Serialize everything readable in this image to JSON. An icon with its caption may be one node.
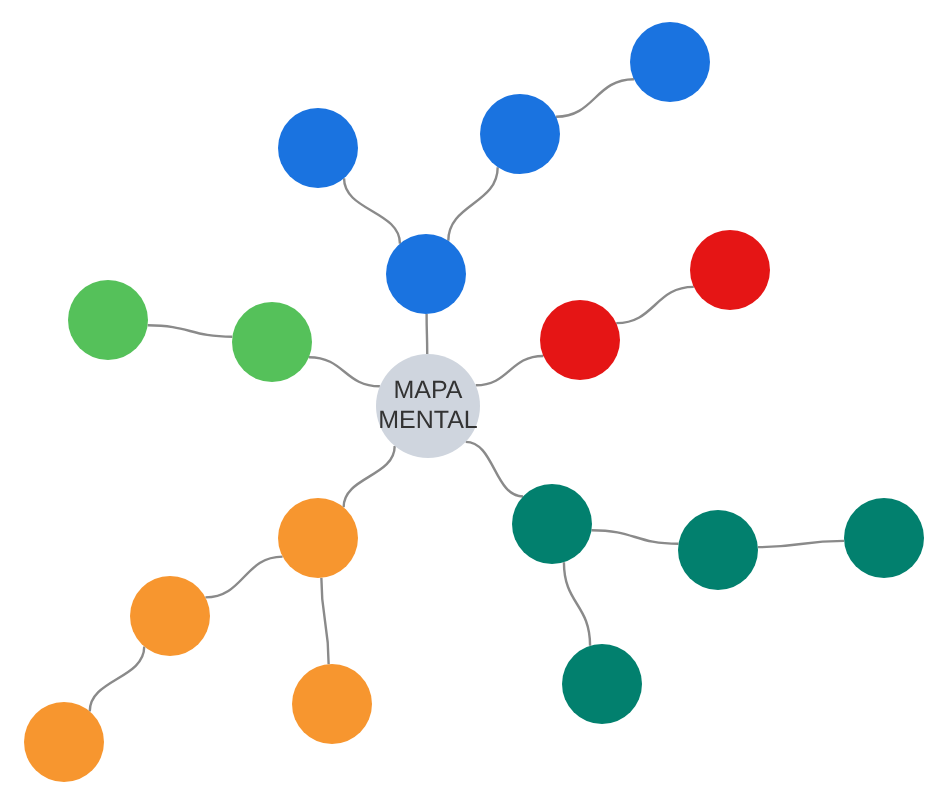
{
  "diagram": {
    "nodes": [
      {
        "text": [
          "MAPA MENTAL"
        ]
      },
      {
        "text": [],
        "shape": "circle"
      },
      {
        "text": [],
        "shape": "circle"
      },
      {
        "text": [],
        "shape": "circle"
      },
      {
        "text": [],
        "shape": "circle"
      },
      {
        "text": [],
        "shape": "circle"
      },
      {
        "text": [],
        "shape": "circle"
      },
      {
        "text": [],
        "shape": "circle"
      },
      {
        "text": [],
        "shape": "circle"
      },
      {
        "text": [],
        "shape": "circle"
      },
      {
        "text": [],
        "shape": "circle"
      },
      {
        "text": [],
        "shape": "circle"
      },
      {
        "text": [],
        "shape": "circle"
      },
      {
        "text": [],
        "shape": "circle"
      },
      {
        "text": [],
        "shape": "circle"
      },
      {
        "text": [],
        "shape": "circle"
      },
      {
        "text": [],
        "shape": "circle"
      }
    ],
    "edges": [
      {
        "from": 0,
        "to": 1,
        "arrow": "none"
      },
      {
        "from": 1,
        "to": 2,
        "arrow": "none"
      },
      {
        "from": 1,
        "to": 3,
        "arrow": "none"
      },
      {
        "from": 3,
        "to": 4,
        "arrow": "none"
      },
      {
        "from": 0,
        "to": 5,
        "arrow": "none"
      },
      {
        "from": 5,
        "to": 6,
        "arrow": "none"
      },
      {
        "from": 0,
        "to": 7,
        "arrow": "none"
      },
      {
        "from": 7,
        "to": 8,
        "arrow": "none"
      },
      {
        "from": 0,
        "to": 9,
        "arrow": "none"
      },
      {
        "from": 9,
        "to": 10,
        "arrow": "none"
      },
      {
        "from": 10,
        "to": 11,
        "arrow": "none"
      },
      {
        "from": 9,
        "to": 12,
        "arrow": "none"
      },
      {
        "from": 0,
        "to": 13,
        "arrow": "none"
      },
      {
        "from": 13,
        "to": 14,
        "arrow": "none"
      },
      {
        "from": 14,
        "to": 15,
        "arrow": "none"
      },
      {
        "from": 13,
        "to": 16,
        "arrow": "none"
      }
    ]
  }
}
